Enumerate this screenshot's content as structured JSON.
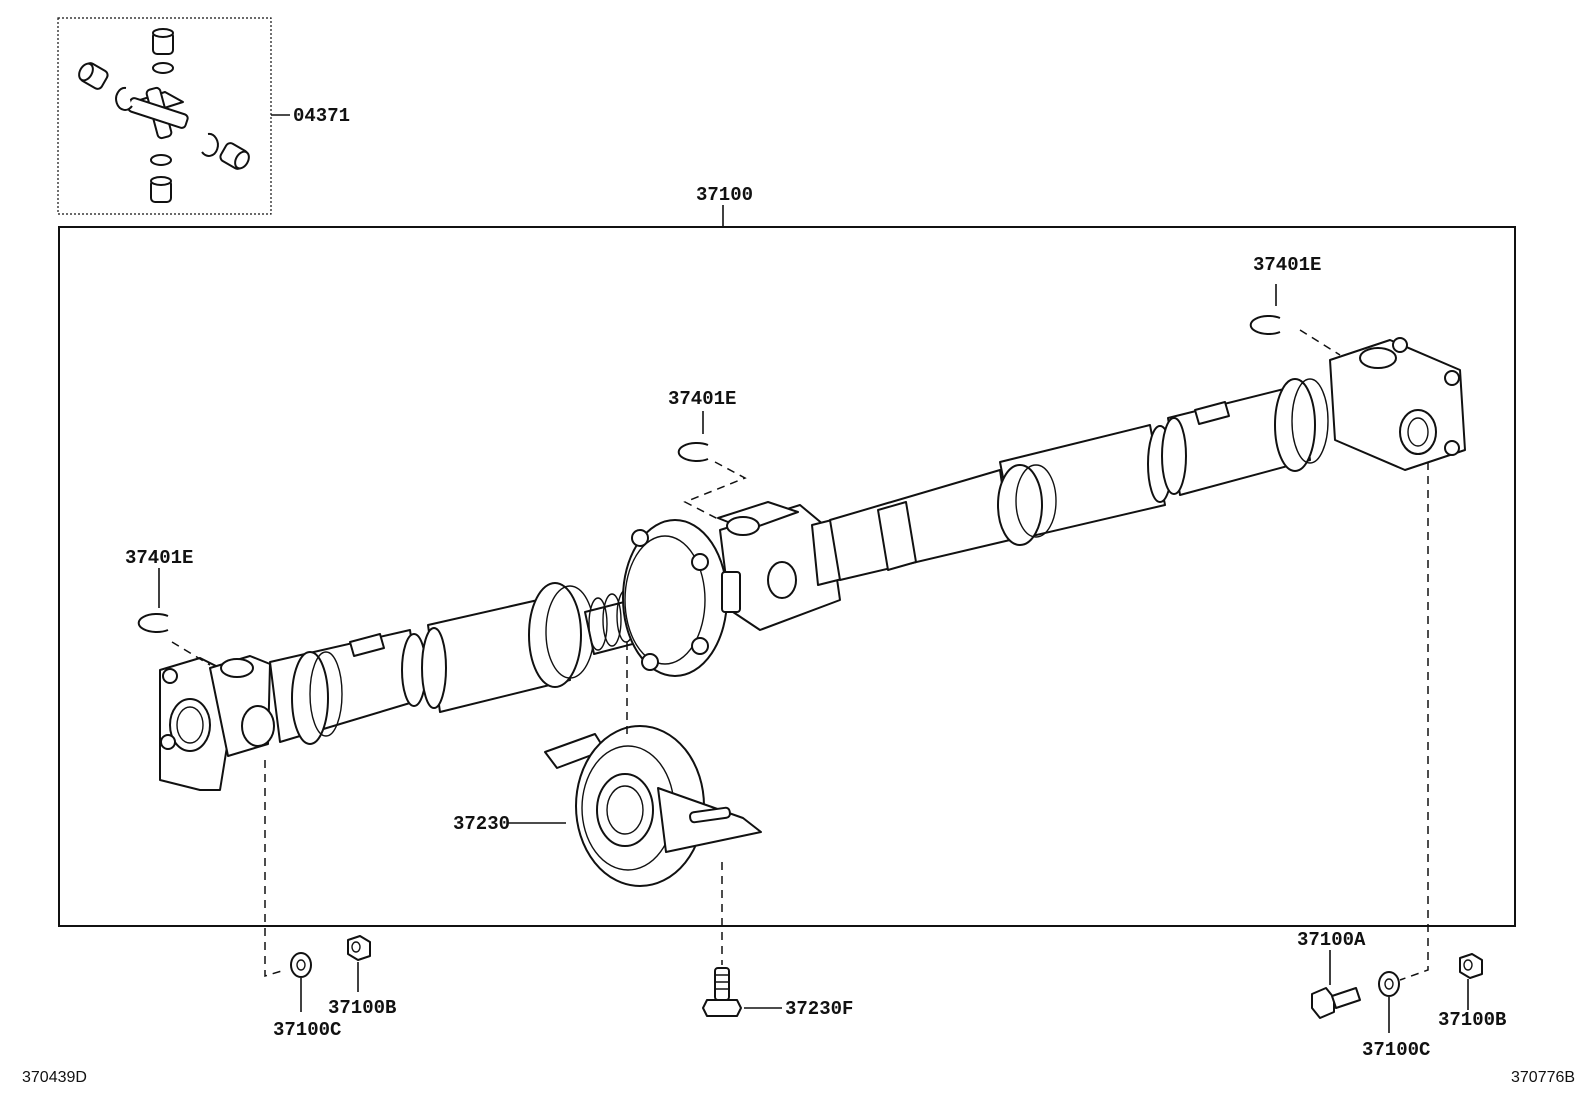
{
  "diagram": {
    "parts": {
      "u_joint_kit": "04371",
      "propeller_shaft": "37100",
      "snap_ring_top": "37401E",
      "snap_ring_mid": "37401E",
      "snap_ring_left": "37401E",
      "center_bearing": "37230",
      "bearing_bolt": "37230F",
      "bolt_right": "37100A",
      "nut_left": "37100B",
      "nut_right": "37100B",
      "washer_left": "37100C",
      "washer_right": "37100C"
    },
    "codes": {
      "left": "370439D",
      "right": "370776B"
    }
  }
}
